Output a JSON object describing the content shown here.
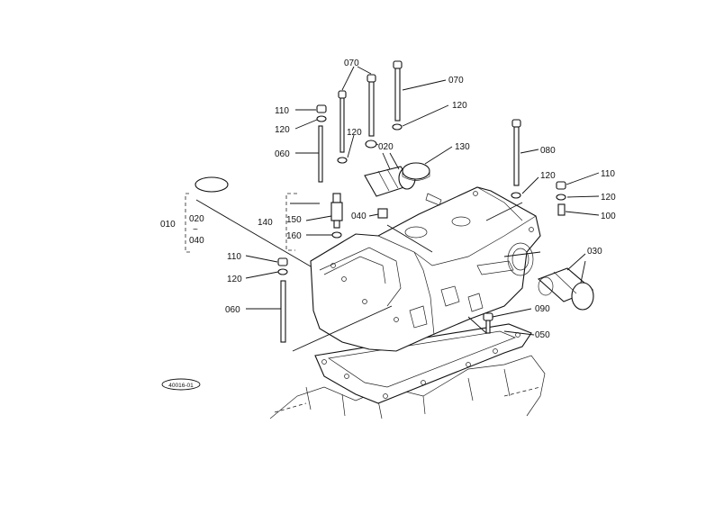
{
  "labels": {
    "p070a": "070",
    "p070b": "070",
    "p110a": "110",
    "p120a": "120",
    "p060a": "060",
    "p120b": "120",
    "p020a": "020",
    "p120c": "120",
    "p130": "130",
    "p080": "080",
    "p120d": "120",
    "p110b": "110",
    "p120e": "120",
    "p100": "100",
    "p010": "010",
    "p020b": "020",
    "p040b": "040",
    "p140": "140",
    "p150": "150",
    "p160": "160",
    "p040a": "040",
    "p110c": "110",
    "p120f": "120",
    "p030": "030",
    "p060b": "060",
    "p090": "090",
    "p050": "050",
    "drawing_code": "40016-01"
  }
}
